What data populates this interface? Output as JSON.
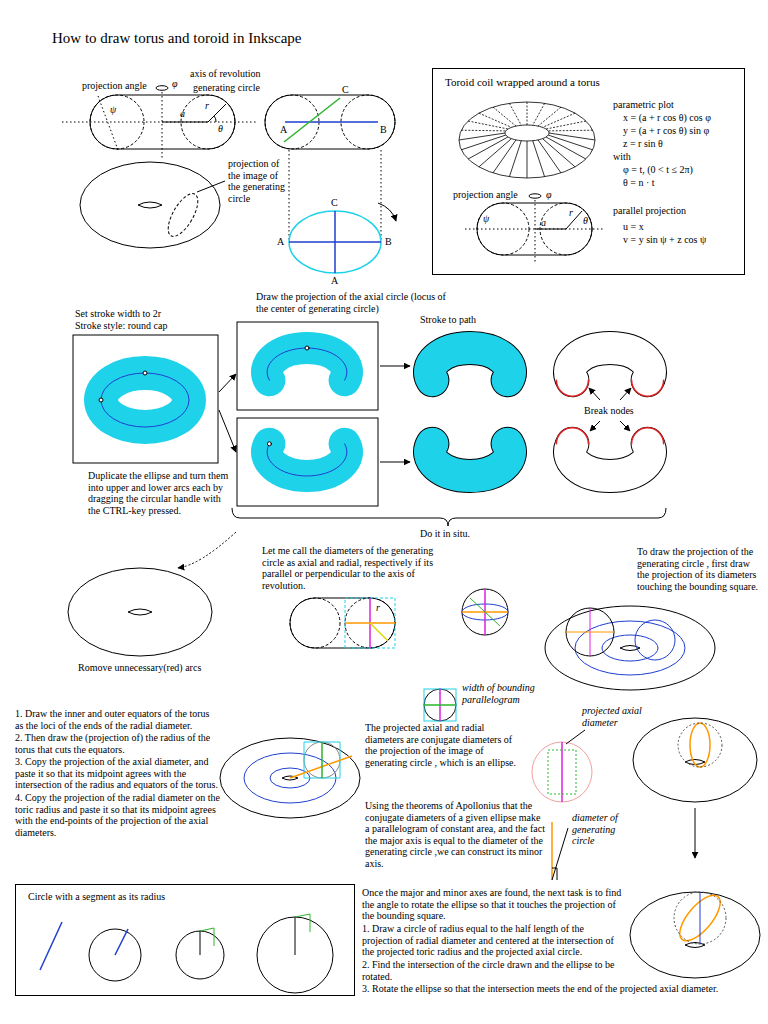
{
  "diagram": {
    "title": "How to draw torus and toroid in Inkscape",
    "nodes": [
      {
        "text": [
          "Toroid coil wrapped around a torus",
          "parametric plot",
          "x = (a + r cos θ) cos φ",
          "y = (a + r cos θ) sin φ",
          "z = r sin θ",
          "with",
          "φ = t, (0 < t ≤ 2π)",
          "θ = n · t",
          "projection angle",
          "φ",
          "ψ",
          "a",
          "r",
          "θ",
          "parallel projection",
          "u = x",
          "v = y sin ψ + z cos ψ"
        ]
      },
      {
        "text": [
          "Circle with a segment as its radius"
        ]
      }
    ],
    "labels": [
      "projection angle",
      "φ",
      "axis of revolution",
      "generating circle",
      "ψ",
      "a",
      "r",
      "θ",
      "projection of the image of the generating circle",
      "C",
      "A",
      "B",
      "C",
      "A",
      "B",
      "A",
      "Draw the projection of the axial circle (locus of the center of generating circle)",
      "Set stroke width to 2r Stroke style: round cap",
      "Stroke to path",
      "Break nodes",
      "Duplicate the ellipse and turn them into upper and lower arcs each by dragging the circular handle with the CTRL-key pressed.",
      "Do it in situ.",
      "Romove unnecessary(red) arcs",
      "Let me call the diameters of the generating circle as axial and radial, respectively if its parallel or perpendicular to the axis of revolution.",
      "r",
      "To draw the projection of the generating circle , first draw the projection of its diameters touching the bounding square.",
      "width of bounding parallelogram",
      "projected axial diameter",
      "1. Draw the inner and outer equators of the torus as the loci of the ends of the radial diameter.",
      "2. Then draw the (projection of) the radius of the torus that cuts the equators.",
      "3. Copy the projection of the axial diameter, and paste it so that its midpoint agrees with the intersection of the radius and equators of the torus.",
      "4. Copy the projection of the radial diameter on the toric radius and paste it so that its midpoint agrees with the end-points of the projection of the axial diameters.",
      "The projected axial and radial diameters are conjugate diameters of the projection of the image of generating circle , which is an ellipse.",
      "Using the theorems of Apollonius that the conjugate diameters of a given ellipse make a parallelogram of constant area, and the fact the major axis is equal to the diameter of the generating circle ,we can construct its minor axis.",
      "diameter of generating circle",
      "Once the major and minor axes are found, the next task is to find the angle to rotate the ellipse so that it touches the projection of the bounding square.",
      "1. Draw a circle of radius equal to the half length of the projection of radial diameter and centered at the intersection of the projected toric radius and the projected axial circle.",
      "2. Find the intersection of the circle drawn and the ellipse to be rotated.",
      "3. Rotate the ellipse so that the intersection meets the end of the projected axial diameter."
    ]
  }
}
